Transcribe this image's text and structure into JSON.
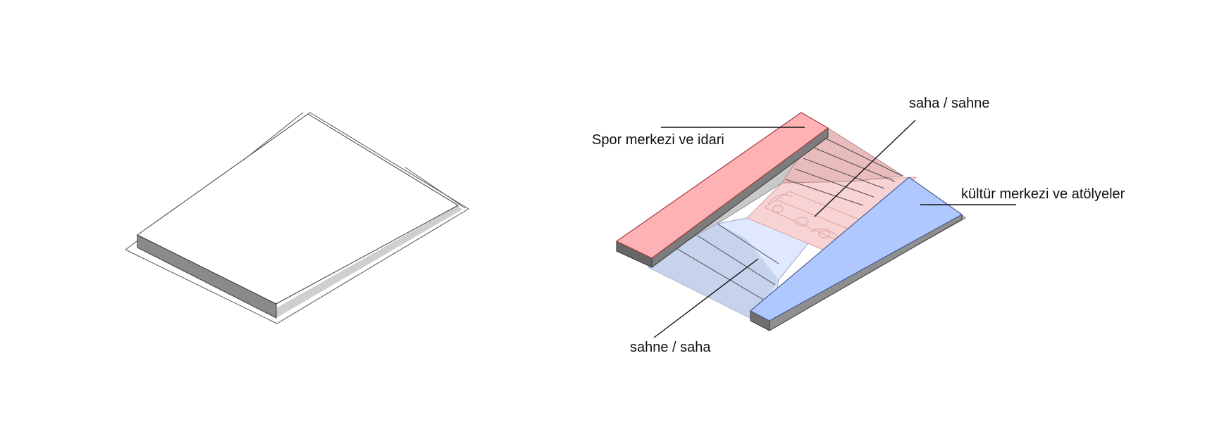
{
  "labels": {
    "spor": "Spor merkezi ve idari",
    "saha_sahne": "saha / sahne",
    "kultur": "kültür merkezi ve atölyeler",
    "sahne_saha": "sahne / saha"
  },
  "colors": {
    "spor_block": "#ffb2b4",
    "spor_courts": "#f0c6c6",
    "sahne_area": "#dfe8ff",
    "kultur_block": "#afc8ff",
    "shadow": "#9e9e9e"
  }
}
